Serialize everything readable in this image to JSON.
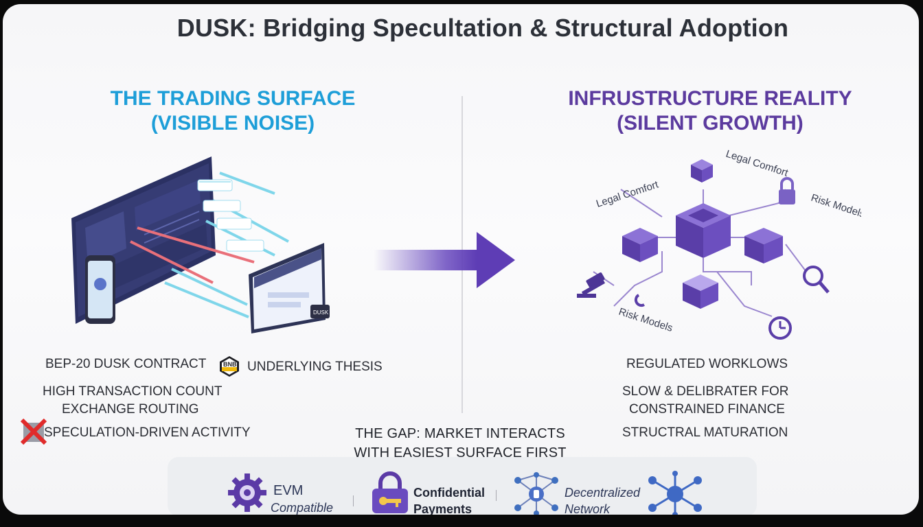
{
  "title": "DUSK: Bridging Specultation & Structural Adoption",
  "left_panel": {
    "heading_line1": "THE TRADING SURFACE",
    "heading_line2": "(VISIBLE NOISE)",
    "items": {
      "bep20": "BEP-20 DUSK CONTRACT",
      "bnb_badge": "BNB",
      "underlying": "UNDERLYING THESIS",
      "high_tx": "HIGH TRANSACTION COUNT",
      "exchange": "EXCHANGE ROUTING",
      "speculation": "SPECULATION-DRIVEN ACTIVITY"
    },
    "illustration": {
      "phone_label": "DUSK"
    }
  },
  "right_panel": {
    "heading_line1": "INFRUSTRUCTURE REALITY",
    "heading_line2": "(SILENT GROWTH)",
    "labels": {
      "legal_top": "Legal Comfort",
      "legal_left": "Legal Comfort",
      "risk_right": "Risk Models",
      "risk_bottom": "Risk Models"
    },
    "items": {
      "regulated": "REGULATED WORKLOWS",
      "slow_line1": "SLOW & DELIBRATER FOR",
      "slow_line2": "CONSTRAINED FINANCE",
      "structral": "STRUCTRAL MATURATION"
    }
  },
  "gap": {
    "line1": "THE GAP: MARKET INTERACTS",
    "line2": "WITH EASIEST SURFACE FIRST"
  },
  "features": {
    "evm_line1": "EVM",
    "evm_line2": "Compatible",
    "conf_line1": "Confidential",
    "conf_line2": "Payments",
    "dec_line1": "Decentralized",
    "dec_line2": "Network"
  },
  "colors": {
    "blue_heading": "#1d9ed8",
    "purple_heading": "#5b3a9e",
    "cyan_arrow": "#7fd6ea",
    "red_arrow": "#e9707a",
    "purple_block": "#6a4bbf"
  },
  "icons": {
    "arrow": "right-arrow-icon",
    "no_entry": "red-x-icon",
    "gear": "gear-icon",
    "lock": "padlock-key-icon",
    "network": "network-nodes-icon",
    "gavel": "gavel-icon",
    "magnifier": "magnifier-icon",
    "clock": "clock-icon"
  }
}
